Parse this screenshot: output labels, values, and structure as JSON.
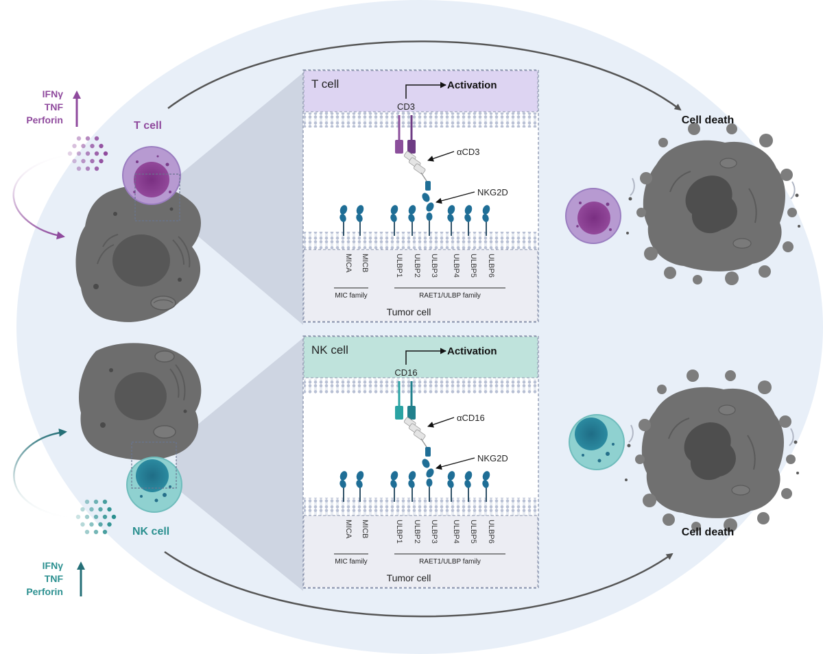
{
  "colors": {
    "t_cell": "#8f4a9d",
    "nk_cell": "#2a8f8f",
    "tumor": "#6d6d6d",
    "background": "#e8eff8",
    "receptor_blue": "#1f6e96",
    "t_header": "#ddd4f2",
    "nk_header": "#bfe3dc"
  },
  "top": {
    "cytokines": [
      "IFNγ",
      "TNF",
      "Perforin"
    ],
    "cell_label": "T cell",
    "panel": {
      "title": "T cell",
      "activation": "Activation",
      "receptor": "CD3",
      "antibody": "αCD3",
      "nkg2d": "NKG2D",
      "ligands": [
        "MICA",
        "MICB",
        "ULBP1",
        "ULBP2",
        "ULBP3",
        "ULBP4",
        "ULBP5",
        "ULBP6"
      ],
      "mic_family": "MIC family",
      "raet_family": "RAET1/ULBP family",
      "tumor_label": "Tumor cell"
    },
    "outcome": "Cell death"
  },
  "bottom": {
    "cytokines": [
      "IFNγ",
      "TNF",
      "Perforin"
    ],
    "cell_label": "NK cell",
    "panel": {
      "title": "NK cell",
      "activation": "Activation",
      "receptor": "CD16",
      "antibody": "αCD16",
      "nkg2d": "NKG2D",
      "ligands": [
        "MICA",
        "MICB",
        "ULBP1",
        "ULBP2",
        "ULBP3",
        "ULBP4",
        "ULBP5",
        "ULBP6"
      ],
      "mic_family": "MIC family",
      "raet_family": "RAET1/ULBP family",
      "tumor_label": "Tumor cell"
    },
    "outcome": "Cell death"
  },
  "icons": [
    "t-cell-icon",
    "nk-cell-icon",
    "tumor-cell-icon",
    "dying-tumor-cell-icon",
    "cytokine-dots-icon",
    "arrow-icon",
    "membrane-icon",
    "antibody-icon"
  ]
}
